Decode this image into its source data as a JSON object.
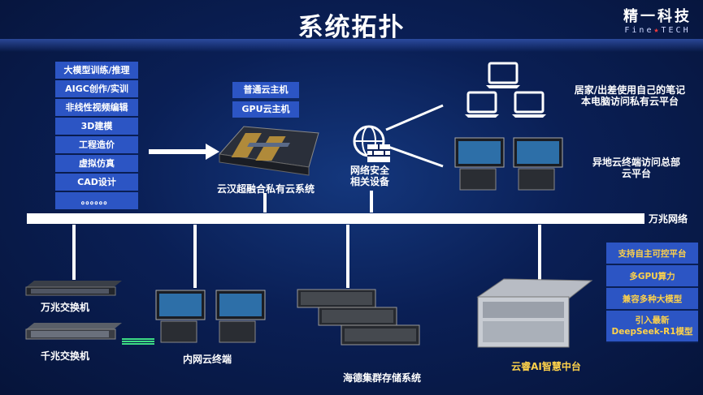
{
  "title": "系统拓扑",
  "logo": {
    "cn": "精一科技",
    "en_a": "Fine",
    "en_b": "★",
    "en_c": "TECH"
  },
  "workloads": [
    "大模型训练/推理",
    "AIGC创作/实训",
    "非线性视频编辑",
    "3D建模",
    "工程造价",
    "虚拟仿真",
    "CAD设计",
    "。。。。。。"
  ],
  "vm_types": [
    "普通云主机",
    "GPU云主机"
  ],
  "private_cloud_label": "云汉超融合私有云系统",
  "security_label": [
    "网络安全",
    "相关设备"
  ],
  "laptop_label": [
    "居家/出差使用自己的笔记",
    "本电脑访问私有云平台"
  ],
  "remote_label": [
    "异地云终端访问总部",
    "云平台"
  ],
  "backbone_label": "万兆网络",
  "switch_10g_label": "万兆交换机",
  "switch_1g_label": "千兆交换机",
  "intranet_terminal_label": "内网云终端",
  "storage_label": "海德集群存储系统",
  "ai_platform_label": "云睿AI智慧中台",
  "ai_features": [
    "支持自主可控平台",
    "多GPU算力",
    "兼容多种大模型",
    "引入最新DeepSeek-R1模型"
  ],
  "colors": {
    "panel": "#2c55c4",
    "accent": "#ffd24a",
    "link": "#ffffff",
    "green_link": "#3ddc84"
  }
}
